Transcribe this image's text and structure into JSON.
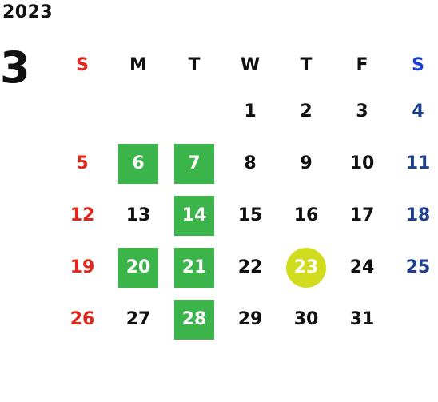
{
  "year": "2023",
  "month": "3",
  "weekdays": [
    "S",
    "M",
    "T",
    "W",
    "T",
    "F",
    "S"
  ],
  "weeks": [
    [
      {
        "d": "",
        "hl": false,
        "today": false
      },
      {
        "d": "",
        "hl": false,
        "today": false
      },
      {
        "d": "",
        "hl": false,
        "today": false
      },
      {
        "d": "1",
        "hl": false,
        "today": false
      },
      {
        "d": "2",
        "hl": false,
        "today": false
      },
      {
        "d": "3",
        "hl": false,
        "today": false
      },
      {
        "d": "4",
        "hl": false,
        "today": false
      }
    ],
    [
      {
        "d": "5",
        "hl": false,
        "today": false
      },
      {
        "d": "6",
        "hl": true,
        "today": false
      },
      {
        "d": "7",
        "hl": true,
        "today": false
      },
      {
        "d": "8",
        "hl": false,
        "today": false
      },
      {
        "d": "9",
        "hl": false,
        "today": false
      },
      {
        "d": "10",
        "hl": false,
        "today": false
      },
      {
        "d": "11",
        "hl": false,
        "today": false
      }
    ],
    [
      {
        "d": "12",
        "hl": false,
        "today": false
      },
      {
        "d": "13",
        "hl": false,
        "today": false
      },
      {
        "d": "14",
        "hl": true,
        "today": false
      },
      {
        "d": "15",
        "hl": false,
        "today": false
      },
      {
        "d": "16",
        "hl": false,
        "today": false
      },
      {
        "d": "17",
        "hl": false,
        "today": false
      },
      {
        "d": "18",
        "hl": false,
        "today": false
      }
    ],
    [
      {
        "d": "19",
        "hl": false,
        "today": false
      },
      {
        "d": "20",
        "hl": true,
        "today": false
      },
      {
        "d": "21",
        "hl": true,
        "today": false
      },
      {
        "d": "22",
        "hl": false,
        "today": false
      },
      {
        "d": "23",
        "hl": false,
        "today": true
      },
      {
        "d": "24",
        "hl": false,
        "today": false
      },
      {
        "d": "25",
        "hl": false,
        "today": false
      }
    ],
    [
      {
        "d": "26",
        "hl": false,
        "today": false
      },
      {
        "d": "27",
        "hl": false,
        "today": false
      },
      {
        "d": "28",
        "hl": true,
        "today": false
      },
      {
        "d": "29",
        "hl": false,
        "today": false
      },
      {
        "d": "30",
        "hl": false,
        "today": false
      },
      {
        "d": "31",
        "hl": false,
        "today": false
      },
      {
        "d": "",
        "hl": false,
        "today": false
      }
    ]
  ],
  "colors": {
    "sunday": "#e0261b",
    "saturday_header": "#1a3fd8",
    "saturday": "#1f3f8f",
    "highlight": "#3bb54a",
    "today": "#d1dc1f"
  }
}
